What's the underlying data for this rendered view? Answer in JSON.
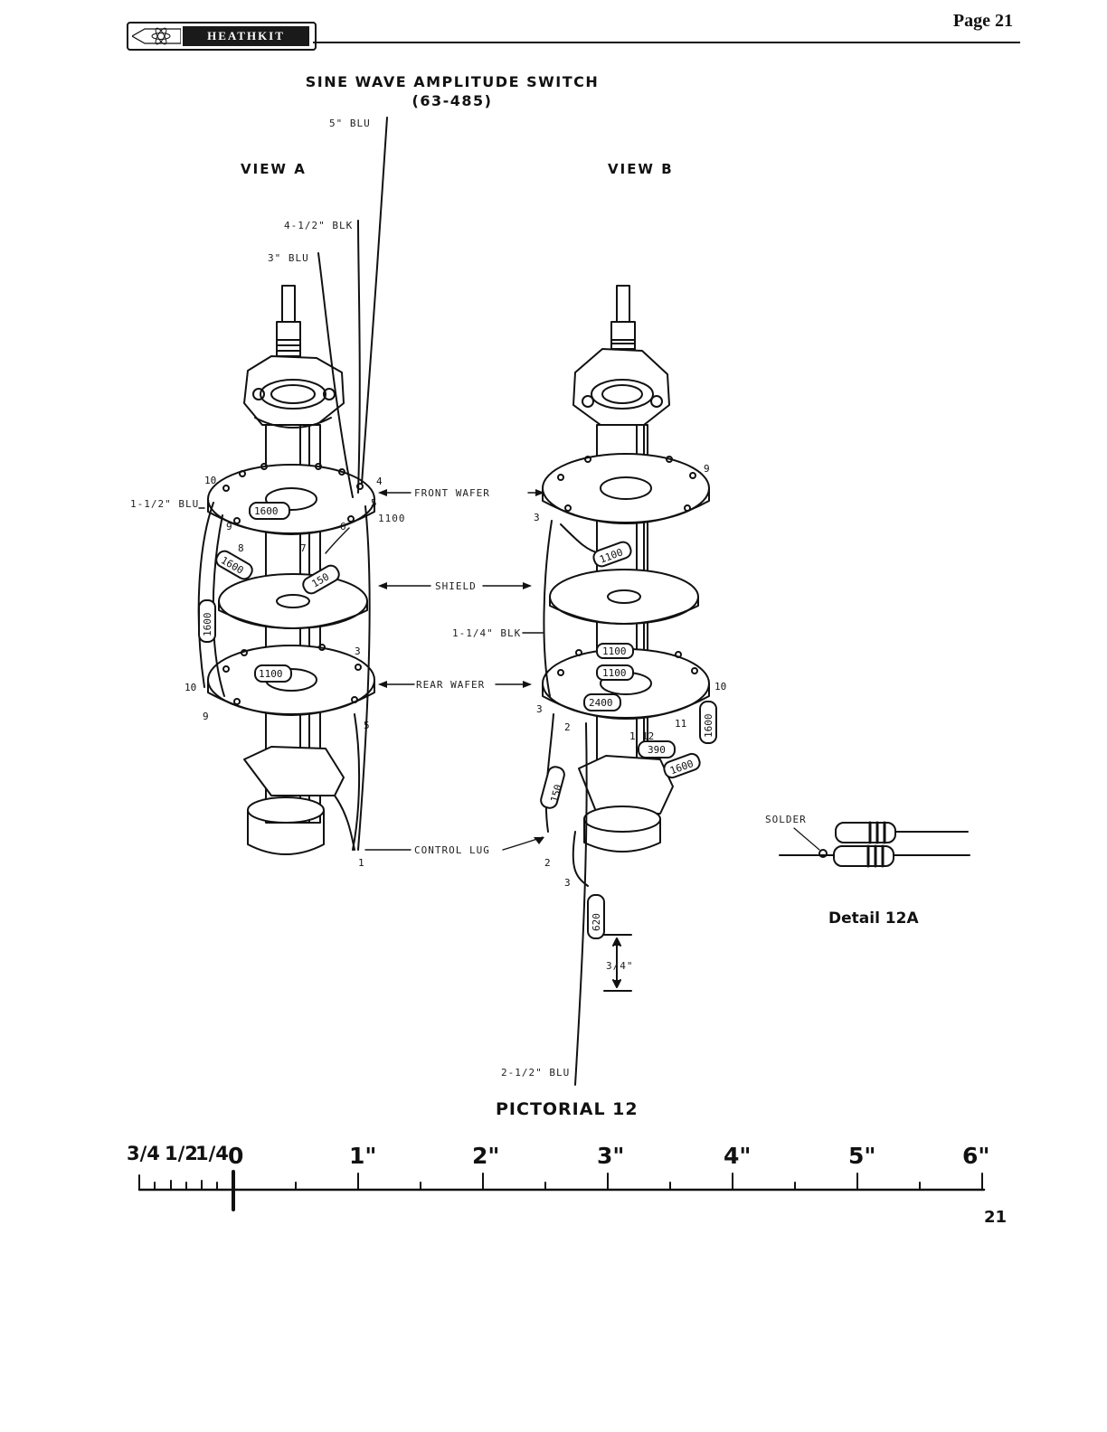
{
  "header": {
    "logo_text": "HEATHKIT",
    "page_label": "Page 21"
  },
  "diagram": {
    "title_line1": "SINE WAVE AMPLITUDE SWITCH",
    "title_line2": "(63-485)",
    "view_a_label": "VIEW A",
    "view_b_label": "VIEW B",
    "wire_labels": {
      "w5_blu": "5\" BLU",
      "w45_blk": "4-1/2\" BLK",
      "w3_blu": "3\" BLU",
      "w15_blu": "1-1/2\" BLU",
      "w125_blk": "1-1/4\" BLK",
      "w25_blu": "2-1/2\" BLU"
    },
    "callouts": {
      "front_wafer": "FRONT WAFER",
      "shield": "SHIELD",
      "rear_wafer": "REAR WAFER",
      "control_lug": "CONTROL LUG"
    },
    "lug_numbers": [
      "10",
      "4",
      "5",
      "9",
      "6",
      "8",
      "7",
      "3",
      "10",
      "9",
      "5",
      "1",
      "9",
      "3",
      "10",
      "3",
      "2",
      "1",
      "12",
      "11",
      "2",
      "3"
    ],
    "resistors": [
      "1600",
      "1600",
      "150",
      "1600",
      "1100",
      "1100",
      "1100",
      "1100",
      "2400",
      "1600",
      "390",
      "1600",
      "150",
      "620"
    ],
    "value_1100": "1100",
    "dimension": "3/4\"",
    "solder_label": "SOLDER",
    "detail_label": "Detail 12A",
    "caption": "PICTORIAL 12"
  },
  "ruler": {
    "fractions": [
      "3/4",
      "1/2",
      "1/4"
    ],
    "zero": "0",
    "labels": [
      "1\"",
      "2\"",
      "3\"",
      "4\"",
      "5\"",
      "6\""
    ]
  },
  "footer": {
    "page_number": "21"
  }
}
